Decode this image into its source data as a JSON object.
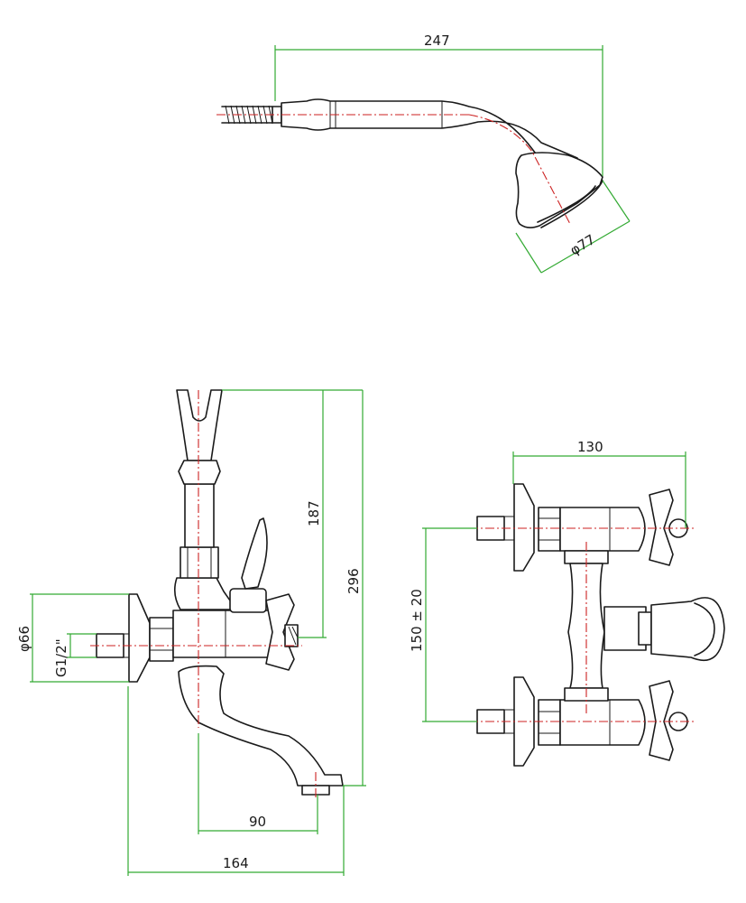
{
  "dimensions": {
    "hand_shower_length": "247",
    "hand_shower_diameter": "φ77",
    "mixer_depth": "164",
    "spout_reach": "90",
    "holder_height": "187",
    "total_height": "296",
    "flange_diameter": "φ66",
    "inlet_thread": "G1/2\"",
    "front_width": "130",
    "inlet_centres": "150 ± 20"
  },
  "colors": {
    "outline": "#1a1a1a",
    "dimension_lines": "#33aa33",
    "center_lines": "#cc2222"
  }
}
